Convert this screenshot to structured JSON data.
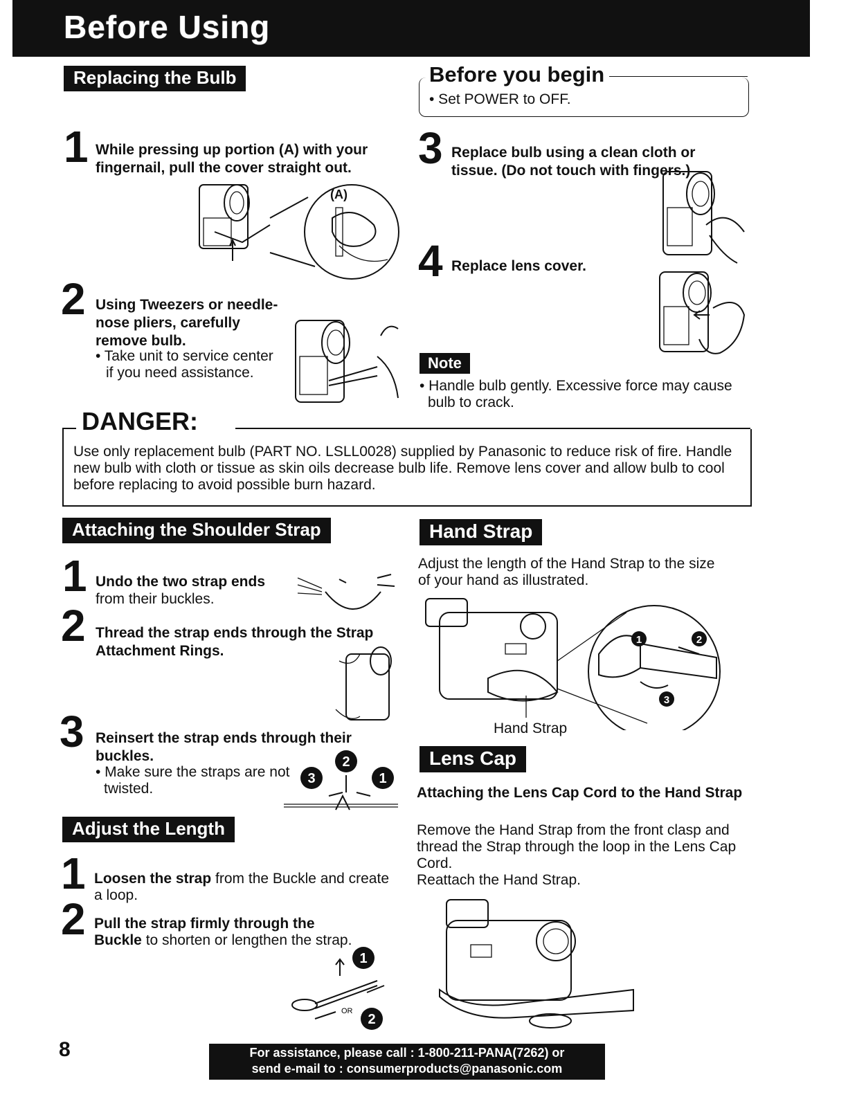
{
  "header": {
    "title": "Before Using"
  },
  "replacing": {
    "tab": "Replacing the Bulb",
    "step1": {
      "num": "1",
      "text": "While pressing up portion (A) with your fingernail, pull the cover straight out.",
      "callout": "(A)"
    },
    "step2": {
      "num": "2",
      "text": "Using Tweezers or needle-nose pliers, carefully remove bulb.",
      "bullet": "• Take unit to service center if you need assistance."
    }
  },
  "before_begin": {
    "title": "Before you begin",
    "bullet": "• Set POWER to OFF."
  },
  "step3": {
    "num": "3",
    "text": "Replace bulb using a clean cloth or tissue. (Do not touch with fingers.)"
  },
  "step4": {
    "num": "4",
    "text": "Replace lens cover."
  },
  "note": {
    "tab": "Note",
    "text": "• Handle bulb gently. Excessive force may cause bulb to crack."
  },
  "danger": {
    "title": "DANGER:",
    "text": "Use only replacement bulb (PART NO. LSLL0028) supplied by Panasonic to reduce risk of fire. Handle new bulb with cloth or tissue as skin oils decrease bulb life. Remove lens cover and allow bulb to cool before replacing to avoid possible burn hazard."
  },
  "shoulder": {
    "tab": "Attaching the Shoulder Strap",
    "step1": {
      "num": "1",
      "bold": "Undo the two strap ends",
      "rest": "from their buckles."
    },
    "step2": {
      "num": "2",
      "text": "Thread the strap ends through the Strap Attachment Rings."
    },
    "step3": {
      "num": "3",
      "text": "Reinsert the strap ends through their buckles.",
      "bullet": "• Make sure the straps are not twisted."
    }
  },
  "adjust": {
    "tab": "Adjust the Length",
    "step1": {
      "num": "1",
      "bold": "Loosen the strap",
      "rest": " from the Buckle and create a loop."
    },
    "step2": {
      "num": "2",
      "bold1": "Pull the strap firmly through the",
      "bold2": "Buckle",
      "rest": " to shorten or lengthen the strap."
    },
    "or_label": "OR"
  },
  "hand_strap": {
    "tab": "Hand Strap",
    "text": "Adjust the length of the Hand Strap to the size of your hand as illustrated.",
    "caption": "Hand Strap"
  },
  "lens_cap": {
    "tab": "Lens Cap",
    "subtitle": "Attaching the Lens Cap Cord to the Hand Strap",
    "text1": "Remove the Hand Strap from the front clasp and thread the Strap through the loop in the Lens Cap Cord.",
    "text2": "Reattach the Hand Strap."
  },
  "badges": {
    "one": "1",
    "two": "2",
    "three": "3"
  },
  "footer": {
    "page_number": "8",
    "line1": "For assistance, please call : 1-800-211-PANA(7262) or",
    "line2": "send e-mail to : consumerproducts@panasonic.com"
  }
}
